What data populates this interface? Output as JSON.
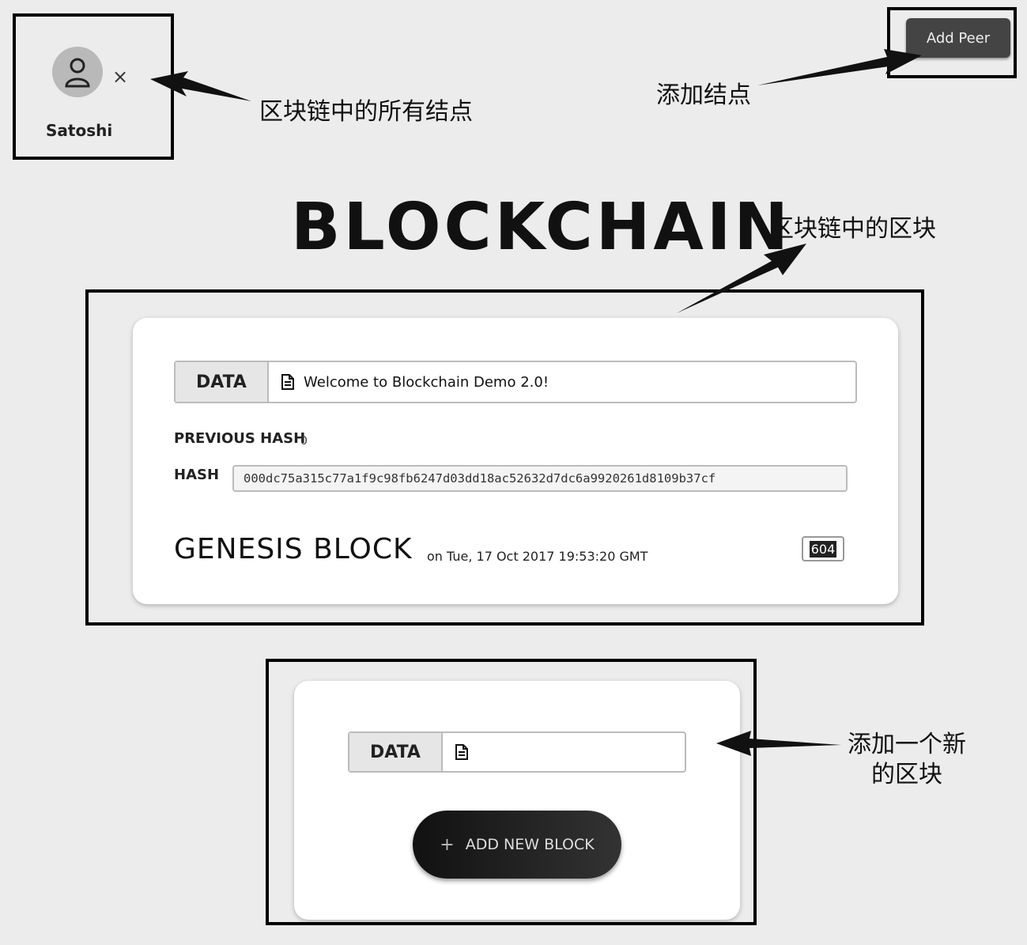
{
  "peer": {
    "name": "Satoshi",
    "remove_symbol": "×"
  },
  "add_peer": {
    "label": "Add Peer"
  },
  "annotations": {
    "all_nodes": "区块链中的所有结点",
    "add_node": "添加结点",
    "blocks": "区块链中的区块",
    "add_block_line1": "添加一个新",
    "add_block_line2": "的区块"
  },
  "title": "BLOCKCHAIN",
  "block": {
    "data_label": "DATA",
    "data_value": "Welcome to Blockchain Demo 2.0!",
    "previous_hash_label": "PREVIOUS HASH",
    "previous_hash_value": "0",
    "hash_label": "HASH",
    "hash_value": "000dc75a315c77a1f9c98fb6247d03dd18ac52632d7dc6a9920261d8109b37cf",
    "name": "GENESIS BLOCK",
    "timestamp": "on Tue, 17 Oct 2017 19:53:20 GMT",
    "nonce": "604"
  },
  "new_block": {
    "data_label": "DATA",
    "data_value": "",
    "button_label": "ADD NEW BLOCK",
    "plus": "+"
  },
  "icons": [
    "user-icon",
    "remove-peer-icon",
    "document-icon",
    "plus-icon"
  ]
}
